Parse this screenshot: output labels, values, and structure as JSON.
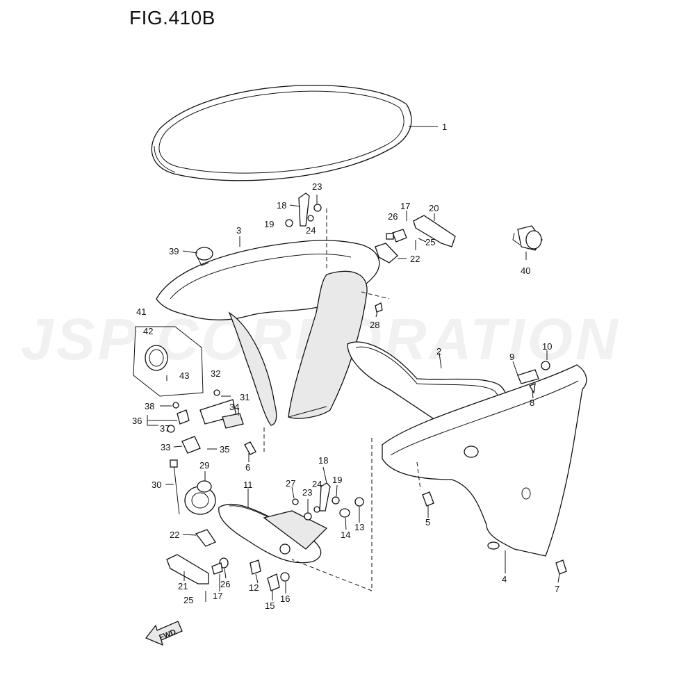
{
  "figure": {
    "title": "FIG.410B",
    "watermark": "JSP CORPORATION",
    "direction_label": "FWD"
  },
  "callouts": [
    "1",
    "2",
    "3",
    "4",
    "5",
    "6",
    "7",
    "8",
    "9",
    "10",
    "11",
    "12",
    "13",
    "14",
    "15",
    "16",
    "17",
    "17",
    "18",
    "18",
    "19",
    "19",
    "20",
    "21",
    "22",
    "22",
    "23",
    "23",
    "24",
    "24",
    "25",
    "25",
    "26",
    "26",
    "27",
    "28",
    "29",
    "30",
    "31",
    "32",
    "33",
    "34",
    "35",
    "36",
    "37",
    "38",
    "39",
    "40",
    "41",
    "42",
    "43"
  ]
}
